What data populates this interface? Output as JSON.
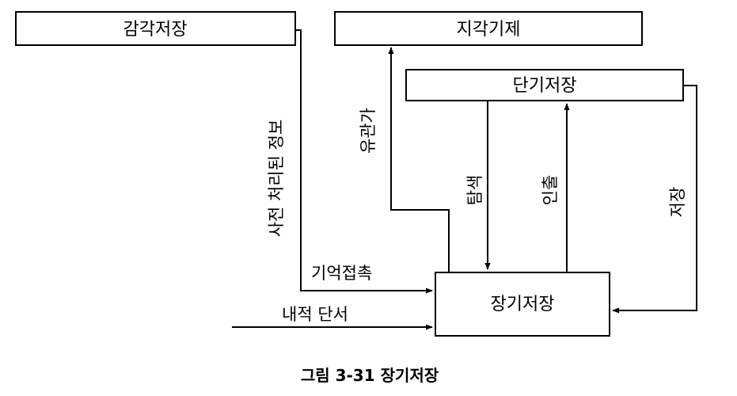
{
  "boxes": {
    "sensory": "감각저장",
    "perceptual": "지각기제",
    "short_term": "단기저장",
    "long_term": "장기저장"
  },
  "labels": {
    "preprocessed_info": "사전 처리된 정보",
    "relevance": "유관가",
    "search": "탐색",
    "retrieval": "인출",
    "storage": "저장",
    "memory_contact": "기억접촉",
    "internal_cue": "내적 단서"
  },
  "caption": "그림 3-31 장기저장"
}
